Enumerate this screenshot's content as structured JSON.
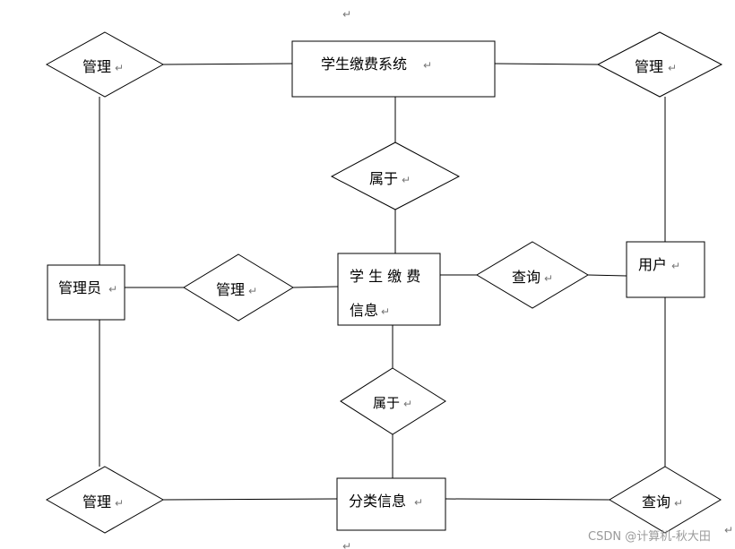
{
  "paragraph_mark": "↵",
  "entities": {
    "system": "学生缴费系统",
    "payment_info_line1": "学 生 缴 费",
    "payment_info_line2": "信息",
    "admin": "管理员",
    "user": "用户",
    "category": "分类信息"
  },
  "relationships": {
    "manage_top_left": "管理",
    "manage_top_right": "管理",
    "belong_top": "属于",
    "manage_mid": "管理",
    "query_mid": "查询",
    "belong_bottom": "属于",
    "manage_bottom_left": "管理",
    "query_bottom_right": "查询"
  },
  "watermark": "CSDN @计算机-秋大田"
}
